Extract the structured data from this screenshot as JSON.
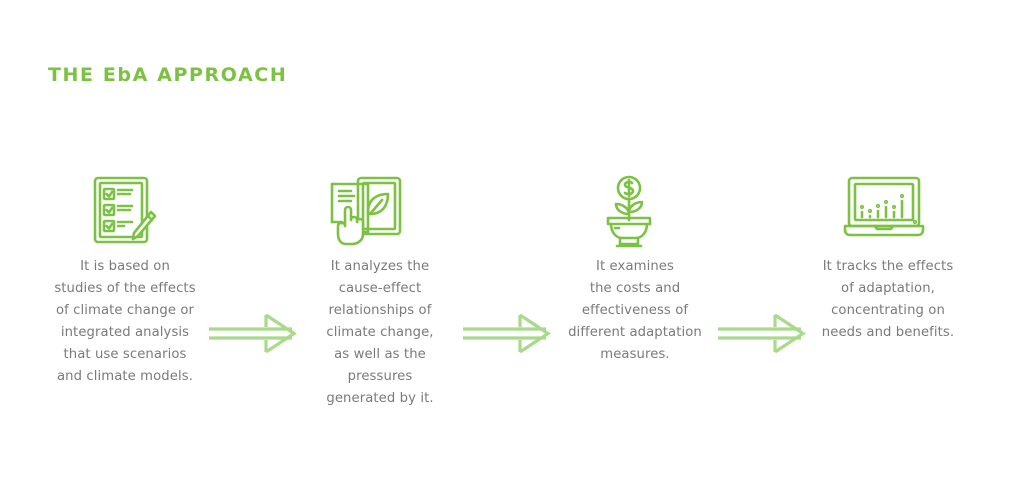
{
  "title": "THE EbA APPROACH",
  "colors": {
    "icon_green": "#7cc242",
    "arrow_green": "#a9da8c",
    "text_gray": "#7a7a7a",
    "background": "#ffffff"
  },
  "steps": [
    {
      "icon": "checklist-pencil-icon",
      "text": "It is based on\nstudies of the effects\nof climate change or\nintegrated analysis\nthat use scenarios\nand climate models."
    },
    {
      "icon": "tablet-leaf-touch-icon",
      "text": "It analyzes the\ncause-effect\nrelationships of\nclimate change,\nas well as the\npressures\ngenerated by it."
    },
    {
      "icon": "money-plant-pot-icon",
      "text": "It examines\nthe costs and\neffectiveness of\ndifferent adaptation\nmeasures."
    },
    {
      "icon": "laptop-chart-icon",
      "text": "It tracks the effects\nof adaptation,\nconcentrating on\nneeds and benefits."
    }
  ],
  "arrows": [
    {
      "icon": "double-arrow-right-icon"
    },
    {
      "icon": "double-arrow-right-icon"
    },
    {
      "icon": "double-arrow-right-icon"
    }
  ]
}
